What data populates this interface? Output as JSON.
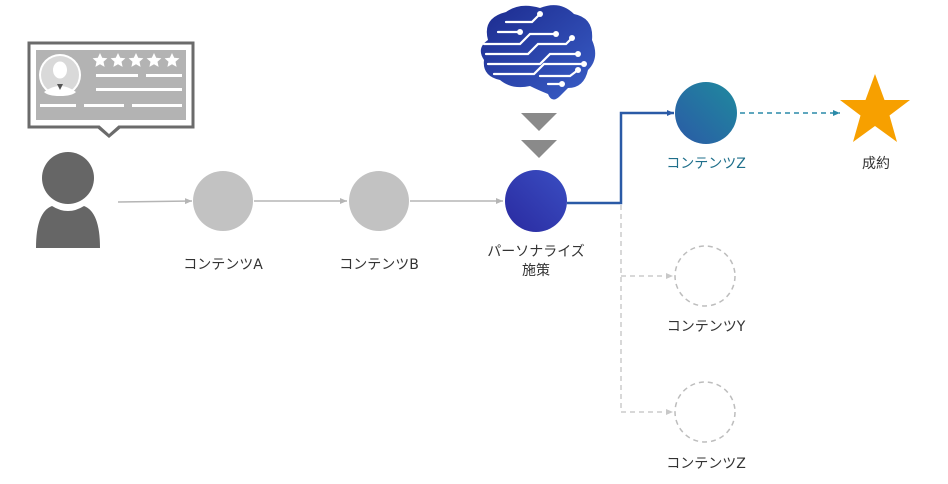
{
  "colors": {
    "gray_node": "#c2c2c2",
    "gray_line": "#b5b5b5",
    "dark_gray": "#666666",
    "personalize_blue": "#3a2fa8",
    "path_blue": "#2a5aa6",
    "target_teal": "#1f7d9e",
    "star_orange": "#f7a000",
    "dashed_gray": "#bdbdbd"
  },
  "icons": {
    "user": "user-silhouette-icon",
    "profile_card": "profile-card-icon",
    "ai_brain": "circuit-brain-icon",
    "goal": "star-icon"
  },
  "nodes": {
    "content_a": {
      "label": "コンテンツA"
    },
    "content_b": {
      "label": "コンテンツB"
    },
    "personalize": {
      "label_line1": "パーソナライズ",
      "label_line2": "施策"
    },
    "content_z_active": {
      "label": "コンテンツZ"
    },
    "content_y": {
      "label": "コンテンツY"
    },
    "content_z_alt": {
      "label": "コンテンツZ"
    },
    "conversion": {
      "label": "成約"
    }
  }
}
